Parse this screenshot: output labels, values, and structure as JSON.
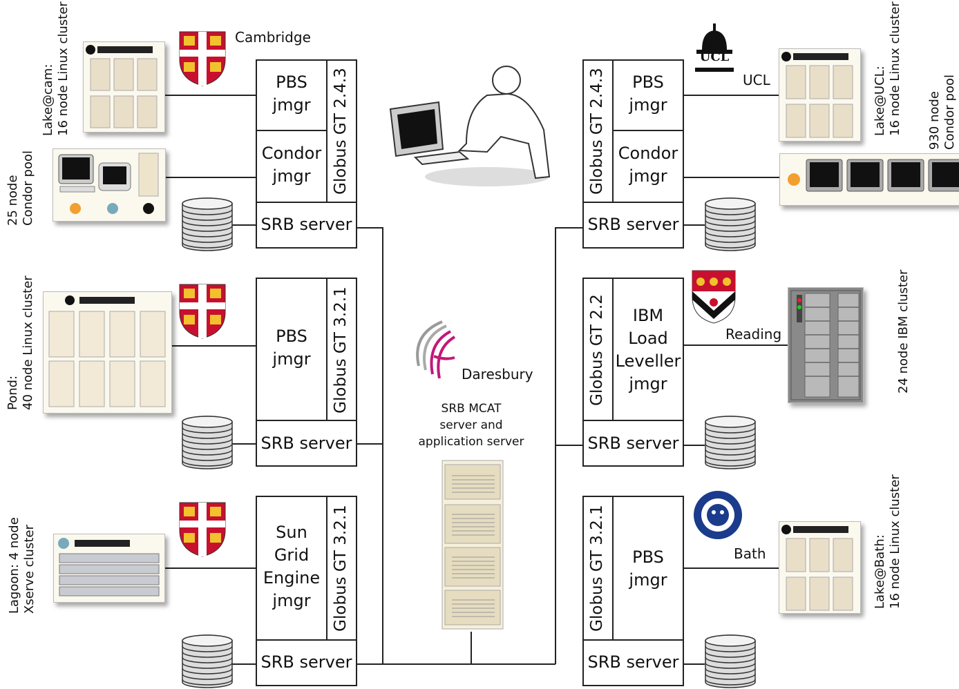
{
  "sites": {
    "cambridge": {
      "name": "Cambridge"
    },
    "ucl": {
      "name": "UCL",
      "logo_text": "UCL"
    },
    "reading": {
      "name": "Reading"
    },
    "bath": {
      "name": "Bath"
    },
    "daresbury": {
      "name": "Daresbury"
    }
  },
  "resources": {
    "lake_cam": {
      "line1": "Lake@cam:",
      "line2": "16 node Linux cluster"
    },
    "condor25": {
      "line1": "25 node",
      "line2": "Condor pool"
    },
    "pond": {
      "line1": "Pond:",
      "line2": "40 node Linux cluster"
    },
    "lagoon": {
      "line1": "Lagoon: 4 node",
      "line2": "Xserve cluster"
    },
    "lake_ucl": {
      "line1": "Lake@UCL:",
      "line2": "16 node Linux cluster"
    },
    "condor930": {
      "line1": "930 node",
      "line2": "Condor pool"
    },
    "ibm24": {
      "line1": "24 node IBM cluster"
    },
    "lake_bath": {
      "line1": "Lake@Bath:",
      "line2": "16 node Linux cluster"
    }
  },
  "gateways": {
    "cam1": {
      "globus": "Globus GT 2.4.3",
      "jm1": [
        "PBS",
        "jmgr"
      ],
      "jm2": [
        "Condor",
        "jmgr"
      ],
      "srb": "SRB server"
    },
    "cam2": {
      "globus": "Globus GT 3.2.1",
      "jm1": [
        "PBS",
        "jmgr"
      ],
      "srb": "SRB server"
    },
    "cam3": {
      "globus": "Globus GT 3.2.1",
      "jm1": [
        "Sun",
        "Grid",
        "Engine",
        "jmgr"
      ],
      "srb": "SRB server"
    },
    "ucl": {
      "globus": "Globus GT 2.4.3",
      "jm1": [
        "PBS",
        "jmgr"
      ],
      "jm2": [
        "Condor",
        "jmgr"
      ],
      "srb": "SRB server"
    },
    "reading": {
      "globus": "Globus GT 2.2",
      "jm1": [
        "IBM",
        "Load",
        "Leveller",
        "jmgr"
      ],
      "srb": "SRB server"
    },
    "bath": {
      "globus": "Globus GT 3.2.1",
      "jm1": [
        "PBS",
        "jmgr"
      ],
      "srb": "SRB server"
    }
  },
  "central": {
    "mcat_line1": "SRB MCAT",
    "mcat_line2": "server and",
    "mcat_line3": "application server"
  },
  "icons": [
    "linux-penguin-icon",
    "windows-logo-icon",
    "macos-x-icon",
    "disk-stack-icon",
    "server-rack-icon",
    "workstation-user-icon"
  ],
  "colors": {
    "line": "#222222",
    "crest_red": "#c8102e",
    "crest_gold": "#f2c12e",
    "daresbury_magenta": "#c2187a",
    "bath_blue": "#1b3b8c"
  }
}
